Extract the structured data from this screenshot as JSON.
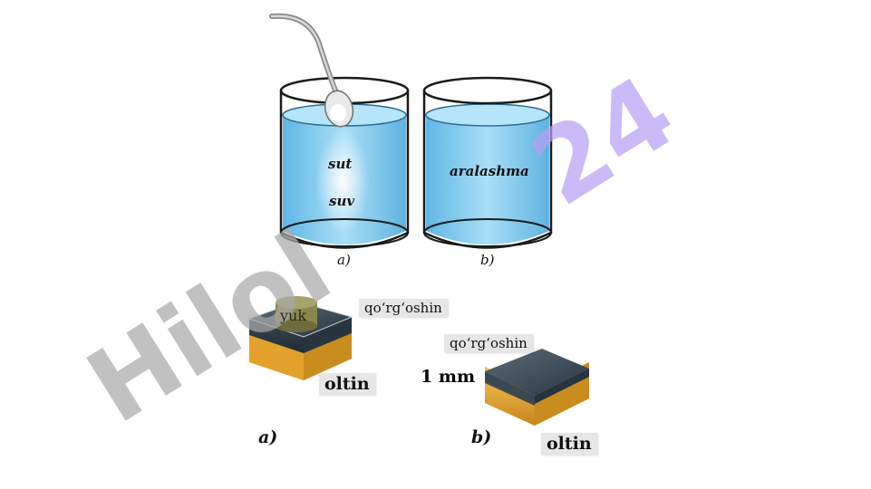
{
  "beakers": {
    "left": {
      "top_label": "sut",
      "bottom_label": "suv",
      "caption": "a)"
    },
    "right": {
      "label": "aralashma",
      "caption": "b)"
    }
  },
  "blocks": {
    "a": {
      "weight_label": "yuk",
      "top_tag": "qo‘rg‘oshin",
      "bottom_tag": "oltin",
      "caption": "a)"
    },
    "b": {
      "top_tag": "qo‘rg‘oshin",
      "gap_label": "1 mm",
      "bottom_tag": "oltin",
      "caption": "b)"
    }
  },
  "watermark": {
    "text_main": "Hilol",
    "text_tail": "24"
  },
  "colors": {
    "water": "#7cc9ee",
    "lead": "#2e3a44",
    "gold": "#e2a12a",
    "watermark_gray": "#b0b0b0",
    "watermark_violet": "#b59ff5"
  }
}
